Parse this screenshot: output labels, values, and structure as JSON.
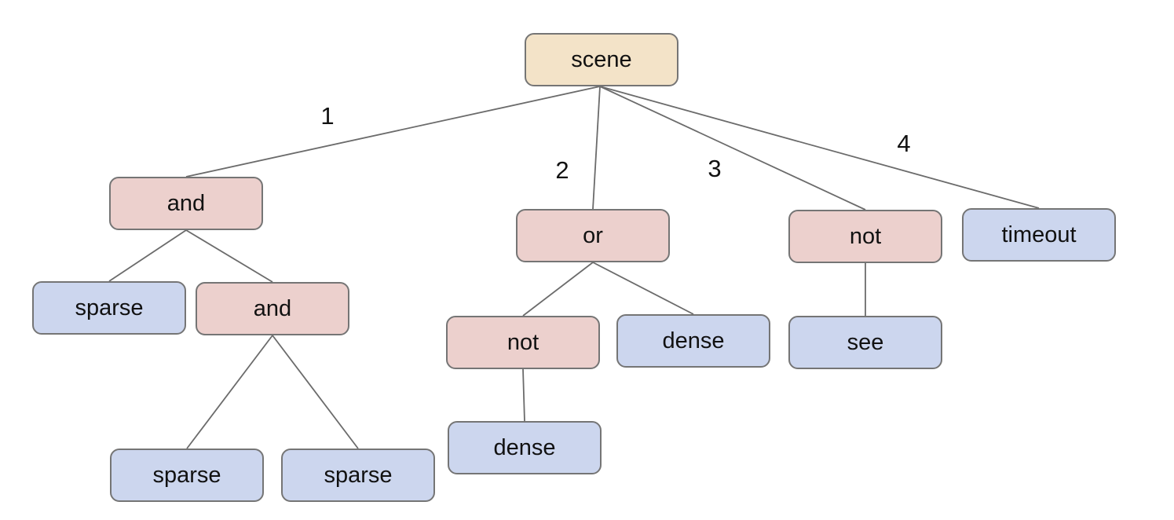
{
  "diagram_type": "tree",
  "colors": {
    "root_fill": "#f3e3c8",
    "operator_fill": "#ecd0cd",
    "leaf_fill": "#ccd6ee",
    "node_border": "#757575",
    "edge_line": "#6b6b6b",
    "text": "#111111",
    "background": "#ffffff"
  },
  "tree": {
    "root": "scene",
    "nodes": [
      {
        "id": "scene",
        "label": "scene",
        "kind": "root",
        "parent": null
      },
      {
        "id": "and-1",
        "label": "and",
        "kind": "operator",
        "parent": "scene",
        "edge_label": "1"
      },
      {
        "id": "or-1",
        "label": "or",
        "kind": "operator",
        "parent": "scene",
        "edge_label": "2"
      },
      {
        "id": "not-3",
        "label": "not",
        "kind": "operator",
        "parent": "scene",
        "edge_label": "3"
      },
      {
        "id": "timeout",
        "label": "timeout",
        "kind": "leaf",
        "parent": "scene",
        "edge_label": "4"
      },
      {
        "id": "sparse-1",
        "label": "sparse",
        "kind": "leaf",
        "parent": "and-1"
      },
      {
        "id": "and-2",
        "label": "and",
        "kind": "operator",
        "parent": "and-1"
      },
      {
        "id": "not-2",
        "label": "not",
        "kind": "operator",
        "parent": "or-1"
      },
      {
        "id": "dense-1",
        "label": "dense",
        "kind": "leaf",
        "parent": "or-1"
      },
      {
        "id": "see",
        "label": "see",
        "kind": "leaf",
        "parent": "not-3"
      },
      {
        "id": "sparse-2",
        "label": "sparse",
        "kind": "leaf",
        "parent": "and-2"
      },
      {
        "id": "sparse-3",
        "label": "sparse",
        "kind": "leaf",
        "parent": "and-2"
      },
      {
        "id": "dense-2",
        "label": "dense",
        "kind": "leaf",
        "parent": "not-2"
      }
    ],
    "edge_labels": [
      "1",
      "2",
      "3",
      "4"
    ]
  }
}
